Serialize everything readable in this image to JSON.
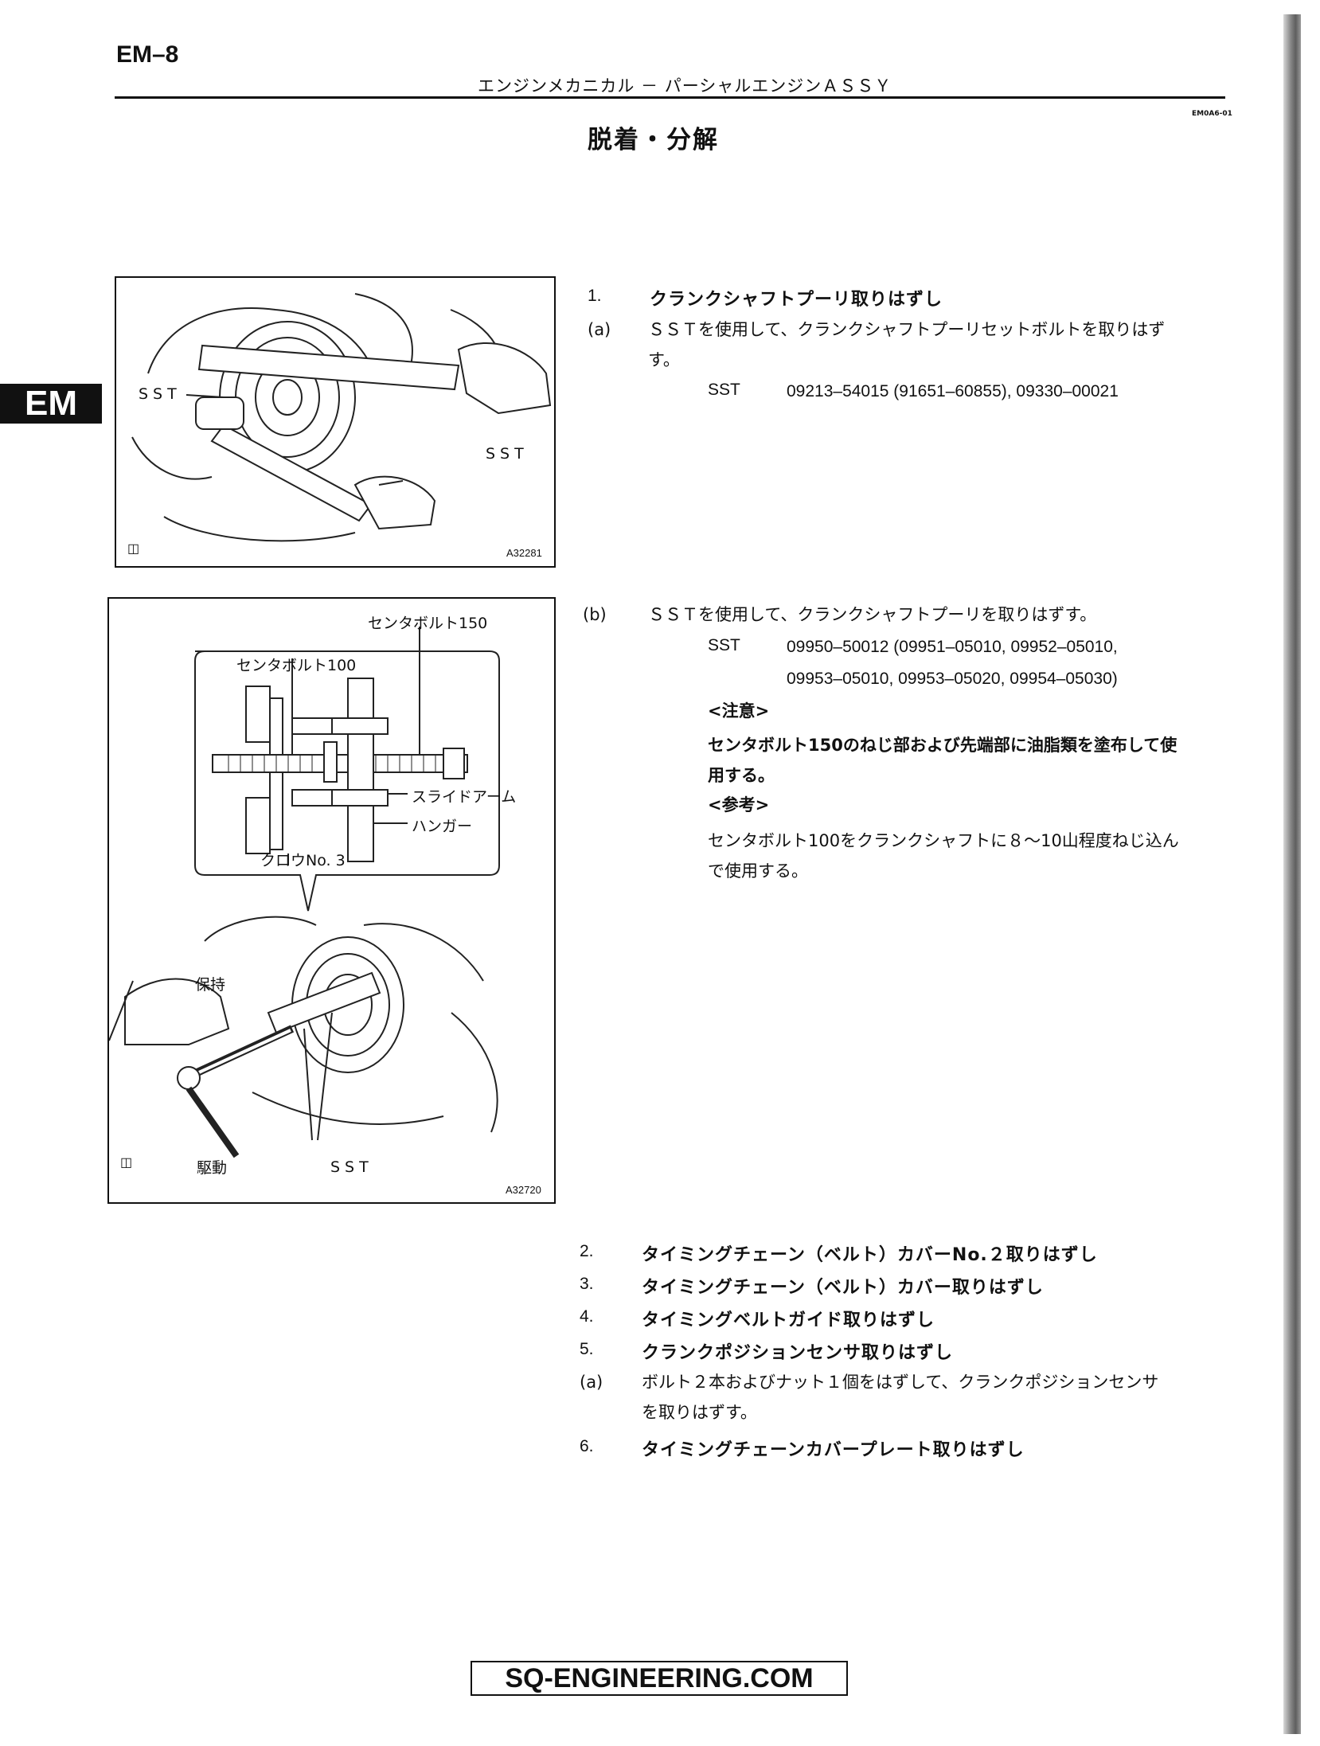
{
  "header": {
    "page_number": "EM–8",
    "running_title": "エンジンメカニカル  －  パーシャルエンジンＡＳＳＹ",
    "doc_id": "EM0A6-01",
    "section_title": "脱着・分解"
  },
  "side_tab": {
    "label": "EM"
  },
  "figure1": {
    "label_sst_left": "SST",
    "label_sst_right": "SST",
    "figure_id": "A32281"
  },
  "figure2": {
    "label_center_bolt_150": "センタボルト150",
    "label_center_bolt_100": "センタボルト100",
    "label_slide_arm": "スライドアーム",
    "label_hanger": "ハンガー",
    "label_claw": "クロウNo. 3",
    "label_hold": "保持",
    "label_drive": "駆動",
    "label_sst": "SST",
    "figure_id": "A32720"
  },
  "steps": {
    "s1": {
      "num": "1.",
      "title": "クランクシャフトプーリ取りはずし",
      "a_marker": "(a)",
      "a_line1": "ＳＳＴを使用して、クランクシャフトプーリセットボルトを取りはず",
      "a_line2": "す。",
      "sst_label": "SST",
      "sst_value": "09213–54015 (91651–60855), 09330–00021",
      "b_marker": "(b)",
      "b_text": "ＳＳＴを使用して、クランクシャフトプーリを取りはずす。",
      "b_sst_label": "SST",
      "b_sst_line1": "09950–50012  (09951–05010,  09952–05010,",
      "b_sst_line2": "09953–05010, 09953–05020, 09954–05030)",
      "caution_heading": "<注意>",
      "caution_line1": "センタボルト150のねじ部および先端部に油脂類を塗布して使",
      "caution_line2": "用する。",
      "ref_heading": "<参考>",
      "ref_line1": "センタボルト100をクランクシャフトに８～10山程度ねじ込ん",
      "ref_line2": "で使用する。"
    },
    "s2": {
      "num": "2.",
      "title": "タイミングチェーン（ベルト）カバーNo.２取りはずし"
    },
    "s3": {
      "num": "3.",
      "title": "タイミングチェーン（ベルト）カバー取りはずし"
    },
    "s4": {
      "num": "4.",
      "title": "タイミングベルトガイド取りはずし"
    },
    "s5": {
      "num": "5.",
      "title": "クランクポジションセンサ取りはずし",
      "a_marker": "(a)",
      "a_line1": "ボルト２本およびナット１個をはずして、クランクポジションセンサ",
      "a_line2": "を取りはずす。"
    },
    "s6": {
      "num": "6.",
      "title": "タイミングチェーンカバープレート取りはずし"
    }
  },
  "footer": {
    "watermark": "SQ-ENGINEERING.COM"
  }
}
